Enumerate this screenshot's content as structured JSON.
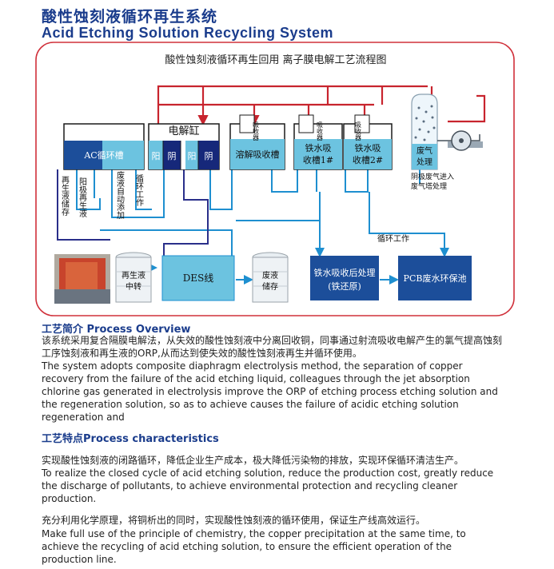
{
  "header": {
    "title_cn": "酸性蚀刻液循环再生系统",
    "title_en": "Acid Etching Solution Recycling System"
  },
  "diagram": {
    "title": "酸性蚀刻液循环再生回用  离子膜电解工艺流程图",
    "labels": {
      "ac_tank": "AC循环槽",
      "electrolysis_cell": "电解缸",
      "anode_1": "阳",
      "cathode_1": "阴",
      "anode_2": "阳",
      "cathode_2": "阴",
      "dissolve_tank": "溶解吸收槽",
      "iron_tank1_l1": "铁水吸",
      "iron_tank1_l2": "收槽1#",
      "iron_tank2_l1": "铁水吸",
      "iron_tank2_l2": "收槽2#",
      "absorber_1": "吸收器",
      "absorber_2": "吸收器",
      "absorber_3": "吸收器",
      "gas_treat_l1": "废气",
      "gas_treat_l2": "处理",
      "cathode_gas_l1": "阴极废气进入",
      "cathode_gas_l2": "废气塔处理",
      "regen_storage": "再生液储存",
      "anode_regen": "阳极再生液",
      "auto_add": "废液自动添加",
      "circulation_work": "循环工作",
      "circulation_work_2": "循环工作",
      "regen_transfer_l1": "再生液",
      "regen_transfer_l2": "中转",
      "des_line": "DES线",
      "waste_storage_l1": "废液",
      "waste_storage_l2": "储存",
      "iron_post_l1": "铁水吸收后处理",
      "iron_post_l2": "(铁还原)",
      "pcb_pool": "PCB废水环保池"
    }
  },
  "overview": {
    "heading": "工艺简介 Process Overview",
    "cn": "该系统采用复合隔膜电解法，从失效的酸性蚀刻液中分离回收铜，同事通过射流吸收电解产生的氯气提高蚀刻工序蚀刻液和再生液的ORP,从而达到使失效的酸性蚀刻液再生并循环使用。",
    "en": "The system adopts composite diaphragm electrolysis method, the separation of copper recovery from the failure of the acid etching liquid, colleagues through the jet absorption chlorine gas generated in electrolysis improve the ORP of etching process etching solution and the regeneration solution, so as to achieve causes the failure of acidic etching solution regeneration and"
  },
  "characteristics": {
    "heading": "工艺特点Process characteristics",
    "p1_cn": "实现酸性蚀刻液的闭路循环，降低企业生产成本，极大降低污染物的排放，实现环保循环清洁生产。",
    "p1_en": "To realize the closed cycle of acid etching solution, reduce the production cost, greatly reduce the discharge of pollutants, to achieve environmental protection and recycling cleaner production.",
    "p2_cn": "充分利用化学原理，将铜析出的同时，实现酸性蚀刻液的循环使用，保证生产线高效运行。",
    "p2_en": "Make full use of the principle of chemistry, the copper precipitation at the same time, to achieve the recycling of acid etching solution, to ensure the efficient operation of the production line."
  },
  "colors": {
    "title_blue": "#1a3c8c",
    "frame_red": "#d0303a",
    "pipe_red": "#c8242e",
    "pipe_blue": "#1e8fd0",
    "pipe_navy": "#2a2f8a",
    "tank_fill": "#6cc3e0",
    "tank_dark": "#1c4e9a",
    "cathode_navy": "#16287a"
  }
}
